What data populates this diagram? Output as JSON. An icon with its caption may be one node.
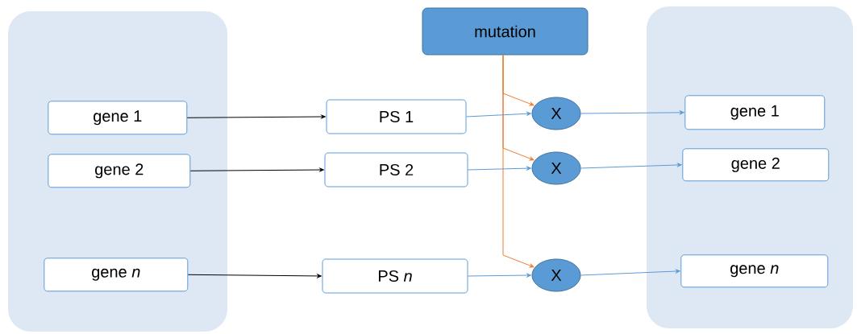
{
  "diagram": {
    "nodes": [
      {
        "text": [],
        "shape": "box"
      },
      {
        "text": [
          "gene 1"
        ],
        "in": 0
      },
      {
        "text": [
          "gene 2"
        ],
        "in": 0
      },
      {
        "text": [
          "gene *n*"
        ],
        "in": 0
      },
      {
        "text": [
          "PS 1"
        ]
      },
      {
        "text": [
          "PS 2"
        ]
      },
      {
        "text": [
          "PS *n*"
        ]
      },
      {
        "text": [
          "mutation"
        ]
      },
      {
        "text": [
          "X"
        ]
      },
      {
        "text": [
          "X"
        ]
      },
      {
        "text": [
          "X"
        ]
      },
      {
        "text": [],
        "shape": "box"
      },
      {
        "text": [
          "gene 1"
        ],
        "in": 11
      },
      {
        "text": [
          "gene 2"
        ],
        "in": 11
      },
      {
        "text": [
          "gene *n*"
        ],
        "in": 11
      }
    ],
    "edges": [
      {
        "from": 1,
        "to": 4,
        "arrow": "to",
        "color": "#000000"
      },
      {
        "from": 2,
        "to": 5,
        "arrow": "to",
        "color": "#000000"
      },
      {
        "from": 3,
        "to": 6,
        "arrow": "to",
        "color": "#000000"
      },
      {
        "from": 4,
        "to": 8,
        "arrow": "to"
      },
      {
        "from": 5,
        "to": 9,
        "arrow": "to"
      },
      {
        "from": 6,
        "to": 10,
        "arrow": "to"
      },
      {
        "from": 8,
        "to": 12,
        "arrow": "to"
      },
      {
        "from": 9,
        "to": 13,
        "arrow": "to"
      },
      {
        "from": 10,
        "to": 14,
        "arrow": "to"
      },
      {
        "from": 7,
        "to": 8,
        "arrow": "to",
        "color": "#ed7d31"
      },
      {
        "from": 7,
        "to": 9,
        "arrow": "to",
        "color": "#ed7d31"
      },
      {
        "from": 7,
        "to": 10,
        "arrow": "to",
        "color": "#ed7d31"
      }
    ]
  }
}
